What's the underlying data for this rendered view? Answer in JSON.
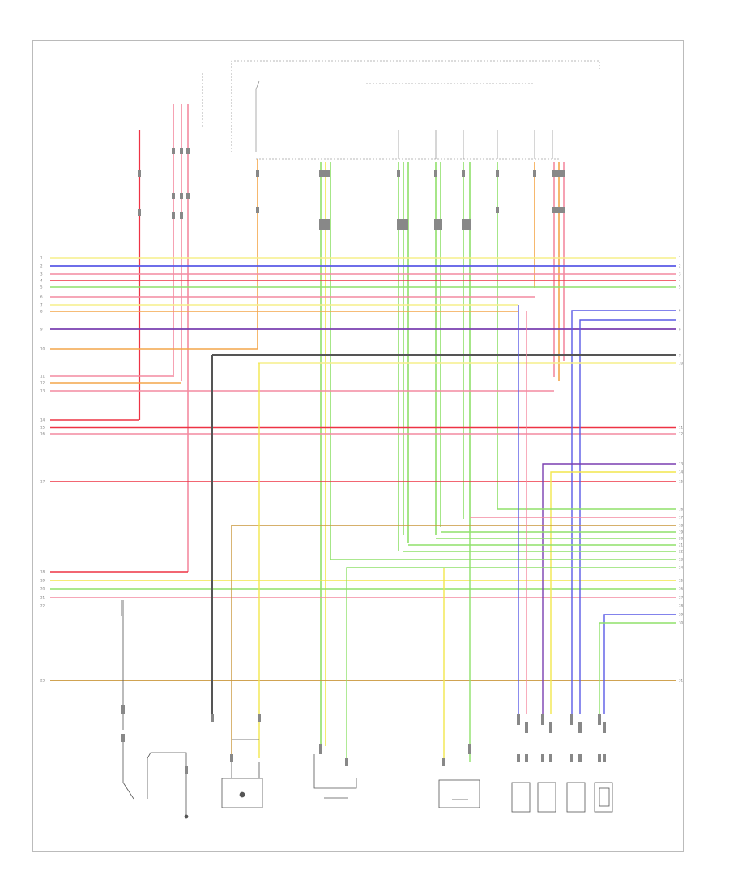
{
  "diagram": {
    "left_pins": [
      "1",
      "2",
      "3",
      "4",
      "5",
      "6",
      "7",
      "8",
      "9",
      "10",
      "11",
      "12",
      "13",
      "14",
      "15",
      "16",
      "17",
      "18",
      "19",
      "20",
      "21",
      "22",
      "23"
    ],
    "right_pins": [
      "1",
      "2",
      "3",
      "4",
      "5",
      "6",
      "7",
      "8",
      "9",
      "10",
      "11",
      "12",
      "13",
      "14",
      "15",
      "16",
      "17",
      "18",
      "19",
      "20",
      "21",
      "22",
      "23",
      "24",
      "25",
      "26",
      "27",
      "28",
      "29",
      "30",
      "31"
    ],
    "wire_colors": {
      "yellow": "#f2e64c",
      "blue": "#5a5ae6",
      "red": "#ee3344",
      "pink": "#f48aa0",
      "green": "#8fe06a",
      "orange": "#f4a64a",
      "violet": "#7a3fb0",
      "gray": "#555555",
      "tan": "#c9963a",
      "light_yellow": "#f6ef8a"
    }
  }
}
